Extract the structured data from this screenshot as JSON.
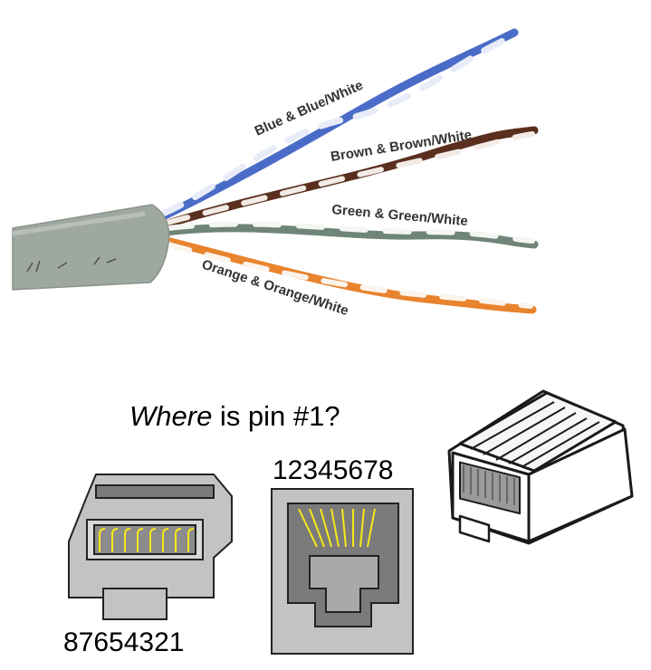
{
  "cable": {
    "pairs": [
      {
        "label": "Blue & Blue/White",
        "color": "#4a6cc8"
      },
      {
        "label": "Brown & Brown/White",
        "color": "#5a2f1e"
      },
      {
        "label": "Green & Green/White",
        "color": "#6f8577"
      },
      {
        "label": "Orange & Orange/White",
        "color": "#e8832e"
      }
    ],
    "jacket_color": "#9ea89f"
  },
  "question": {
    "emphasis": "Where",
    "rest": " is pin #1?"
  },
  "plug_front": {
    "pin_order": "87654321"
  },
  "jack_front": {
    "pin_order": "12345678"
  },
  "colors": {
    "connector_gray": "#c3c3c3",
    "dark_gray": "#7b7b7b",
    "pin_yellow": "#f7e81a"
  }
}
